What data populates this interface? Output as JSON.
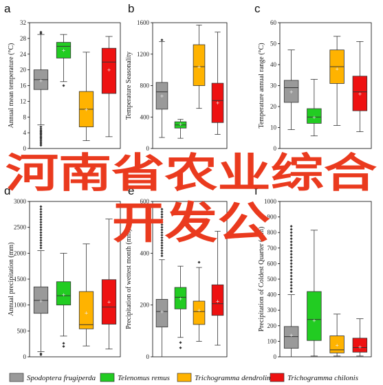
{
  "overlay": {
    "line1": "河南省农业综合",
    "line2": "开发公"
  },
  "colors": {
    "Spodoptera frugiperda": "#9a9a9a",
    "Telenomus remus": "#22cc22",
    "Trichogramma dendrolimi": "#ffb300",
    "Trichogramma chilonis": "#ee1111"
  },
  "legend": [
    "Spodoptera frugiperda",
    "Telenomus remus",
    "Trichogramma dendrolimi",
    "Trichogramma chilonis"
  ],
  "chart_data": [
    {
      "type": "box",
      "panel": "a",
      "ylabel": "Annual mean temperature (°C)",
      "ylim": [
        0,
        32
      ],
      "yticks": [
        "0",
        "4",
        "8",
        "12",
        "16",
        "20",
        "24",
        "28",
        "32"
      ],
      "series": [
        {
          "name": "Spodoptera frugiperda",
          "whislo": 6,
          "q1": 15,
          "med": 17.5,
          "mean": 17.3,
          "q3": 20,
          "whishi": 29,
          "outliers": [
            5.5,
            5,
            4.6,
            4.3,
            4,
            3.7,
            3.4,
            3,
            2.7,
            2.4,
            2,
            1.6,
            1.2,
            0.8,
            29.3,
            29.6
          ]
        },
        {
          "name": "Telenomus remus",
          "whislo": 17,
          "q1": 23,
          "med": 26,
          "mean": 25,
          "q3": 27,
          "whishi": 29,
          "outliers": [
            16
          ]
        },
        {
          "name": "Trichogramma dendrolimi",
          "whislo": 2,
          "q1": 5.5,
          "med": 10,
          "mean": 10,
          "q3": 14.5,
          "whishi": 24.5,
          "outliers": []
        },
        {
          "name": "Trichogramma chilonis",
          "whislo": 3,
          "q1": 14,
          "med": 22,
          "mean": 20,
          "q3": 25.5,
          "whishi": 28.5,
          "outliers": []
        }
      ]
    },
    {
      "type": "box",
      "panel": "b",
      "ylabel": "Temperature Seasonality",
      "ylim": [
        0,
        1600
      ],
      "yticks": [
        "0",
        "400",
        "800",
        "1200",
        "1600"
      ],
      "series": [
        {
          "name": "Spodoptera frugiperda",
          "whislo": 140,
          "q1": 500,
          "med": 720,
          "mean": 670,
          "q3": 840,
          "whishi": 1360,
          "outliers": [
            1380
          ]
        },
        {
          "name": "Telenomus remus",
          "whislo": 130,
          "q1": 260,
          "med": 300,
          "mean": 310,
          "q3": 340,
          "whishi": 370,
          "outliers": []
        },
        {
          "name": "Trichogramma dendrolimi",
          "whislo": 510,
          "q1": 800,
          "med": 1040,
          "mean": 1040,
          "q3": 1320,
          "whishi": 1570,
          "outliers": []
        },
        {
          "name": "Trichogramma chilonis",
          "whislo": 180,
          "q1": 330,
          "med": 610,
          "mean": 580,
          "q3": 830,
          "whishi": 1480,
          "outliers": []
        }
      ]
    },
    {
      "type": "box",
      "panel": "c",
      "ylabel": "Temperature annual range (°C)",
      "ylim": [
        0,
        60
      ],
      "yticks": [
        "0",
        "10",
        "20",
        "30",
        "40",
        "50",
        "60"
      ],
      "series": [
        {
          "name": "Spodoptera frugiperda",
          "whislo": 9,
          "q1": 22,
          "med": 29,
          "mean": 27,
          "q3": 32.5,
          "whishi": 47,
          "outliers": []
        },
        {
          "name": "Telenomus remus",
          "whislo": 6,
          "q1": 12,
          "med": 15,
          "mean": 15,
          "q3": 19,
          "whishi": 33,
          "outliers": []
        },
        {
          "name": "Trichogramma dendrolimi",
          "whislo": 11,
          "q1": 31,
          "med": 39,
          "mean": 38,
          "q3": 47,
          "whishi": 53.5,
          "outliers": []
        },
        {
          "name": "Trichogramma chilonis",
          "whislo": 8,
          "q1": 18,
          "med": 27,
          "mean": 26,
          "q3": 34.5,
          "whishi": 51,
          "outliers": []
        }
      ]
    },
    {
      "type": "box",
      "panel": "d",
      "ylabel": "Annual precipitation (mm)",
      "ylim": [
        0,
        3000
      ],
      "yticks": [
        "0",
        "500",
        "1000",
        "1500",
        "2000",
        "2500",
        "3000"
      ],
      "series": [
        {
          "name": "Spodoptera frugiperda",
          "whislo": 100,
          "q1": 840,
          "med": 1090,
          "mean": 1080,
          "q3": 1350,
          "whishi": 2050,
          "outliers": [
            2100,
            2150,
            2200,
            2250,
            2300,
            2350,
            2400,
            2450,
            2500,
            2550,
            2600,
            2650,
            2700,
            2750,
            2800,
            2850,
            2900,
            60,
            40
          ]
        },
        {
          "name": "Telenomus remus",
          "whislo": 400,
          "q1": 1000,
          "med": 1180,
          "mean": 1200,
          "q3": 1450,
          "whishi": 2000,
          "outliers": [
            260,
            200
          ]
        },
        {
          "name": "Trichogramma dendrolimi",
          "whislo": 210,
          "q1": 540,
          "med": 620,
          "mean": 850,
          "q3": 1260,
          "whishi": 2180,
          "outliers": []
        },
        {
          "name": "Trichogramma chilonis",
          "whislo": 150,
          "q1": 630,
          "med": 960,
          "mean": 1060,
          "q3": 1490,
          "whishi": 2660,
          "outliers": []
        }
      ]
    },
    {
      "type": "box",
      "panel": "e",
      "ylabel": "Precipitation of wettest month (mm)",
      "ylim": [
        0,
        600
      ],
      "yticks": [
        "0",
        "200",
        "400",
        "600"
      ],
      "series": [
        {
          "name": "Spodoptera frugiperda",
          "whislo": 0,
          "q1": 115,
          "med": 175,
          "mean": 175,
          "q3": 222,
          "whishi": 375,
          "outliers": [
            390,
            400,
            410,
            420,
            430,
            440,
            450,
            460,
            470,
            480,
            490,
            500,
            510,
            520,
            530,
            540,
            550,
            560,
            570
          ]
        },
        {
          "name": "Telenomus remus",
          "whislo": 75,
          "q1": 185,
          "med": 230,
          "mean": 225,
          "q3": 268,
          "whishi": 350,
          "outliers": [
            55,
            35
          ]
        },
        {
          "name": "Trichogramma dendrolimi",
          "whislo": 60,
          "q1": 125,
          "med": 175,
          "mean": 180,
          "q3": 215,
          "whishi": 345,
          "outliers": [
            365
          ]
        },
        {
          "name": "Trichogramma chilonis",
          "whislo": 45,
          "q1": 160,
          "med": 205,
          "mean": 215,
          "q3": 278,
          "whishi": 485,
          "outliers": []
        }
      ]
    },
    {
      "type": "box",
      "panel": "f",
      "ylabel": "Precipitation of Coldest Quarter (mm)",
      "ylim": [
        0,
        1000
      ],
      "yticks": [
        "0",
        "100",
        "200",
        "300",
        "400",
        "500",
        "600",
        "700",
        "800",
        "900",
        "1000"
      ],
      "series": [
        {
          "name": "Spodoptera frugiperda",
          "whislo": 0,
          "q1": 55,
          "med": 130,
          "mean": 140,
          "q3": 195,
          "whishi": 400,
          "outliers": [
            420,
            440,
            460,
            480,
            500,
            520,
            540,
            560,
            580,
            600,
            620,
            640,
            660,
            680,
            700,
            720,
            740,
            760,
            780,
            800,
            820,
            840
          ]
        },
        {
          "name": "Telenomus remus",
          "whislo": 5,
          "q1": 105,
          "med": 240,
          "mean": 235,
          "q3": 420,
          "whishi": 815,
          "outliers": []
        },
        {
          "name": "Trichogramma dendrolimi",
          "whislo": 5,
          "q1": 25,
          "med": 45,
          "mean": 75,
          "q3": 135,
          "whishi": 275,
          "outliers": []
        },
        {
          "name": "Trichogramma chilonis",
          "whislo": 5,
          "q1": 30,
          "med": 60,
          "mean": 65,
          "q3": 120,
          "whishi": 245,
          "outliers": []
        }
      ]
    }
  ]
}
